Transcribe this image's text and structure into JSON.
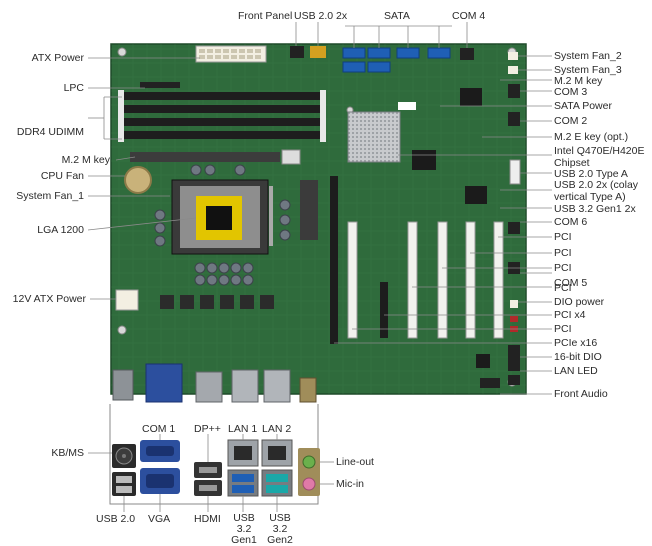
{
  "labels": {
    "top_front_panel": "Front Panel",
    "top_usb20_2x": "USB 2.0 2x",
    "top_sata": "SATA",
    "top_com4": "COM 4",
    "left_atx_power": "ATX Power",
    "left_lpc": "LPC",
    "left_ddr4": "DDR4 UDIMM",
    "left_m2_m": "M.2 M key",
    "left_cpu_fan": "CPU Fan",
    "left_sys_fan1": "System Fan_1",
    "left_lga": "LGA 1200",
    "left_12v": "12V ATX Power",
    "left_kbms": "KB/MS",
    "right_sys_fan2": "System Fan_2",
    "right_sys_fan3": "System Fan_3",
    "right_m2_m": "M.2 M key",
    "right_com3": "COM 3",
    "right_sata_power": "SATA Power",
    "right_com2": "COM 2",
    "right_m2_e": "M.2 E key (opt.)",
    "right_chipset": "Intel Q470E/H420E Chipset",
    "right_usb20_a": "USB 2.0 Type A",
    "right_usb20_colay": "USB 2.0 2x (colay vertical Type A)",
    "right_usb32": "USB 3.2 Gen1 2x",
    "right_com6": "COM 6",
    "right_pci1": "PCI",
    "right_pci2": "PCI",
    "right_pci3": "PCI",
    "right_com5": "COM 5",
    "right_pci4": "PCI",
    "right_dio_power": "DIO power",
    "right_pcix4": "PCI x4",
    "right_pci5": "PCI",
    "right_pcie16": "PCIe x16",
    "right_dio16": "16-bit DIO",
    "right_lan_led": "LAN LED",
    "right_front_audio": "Front Audio",
    "io_com1": "COM 1",
    "io_dp": "DP++",
    "io_lan1": "LAN 1",
    "io_lan2": "LAN 2",
    "io_lineout": "Line-out",
    "io_micin": "Mic-in",
    "bot_usb20": "USB 2.0",
    "bot_vga": "VGA",
    "bot_hdmi": "HDMI",
    "bot_usb32_gen1": "USB 3.2 Gen1",
    "bot_usb32_gen2": "USB 3.2 Gen2"
  },
  "colors": {
    "pcb": "#2f6b3c",
    "pcb_dark": "#244f2e",
    "leader": "#8a8a8a",
    "dimm": "#1e1e1e",
    "pci_slot": "#f2f2ee",
    "sata": "#1f5fb5",
    "vga_blue": "#2c4f9e",
    "heatsink": "#b9bcc0"
  }
}
